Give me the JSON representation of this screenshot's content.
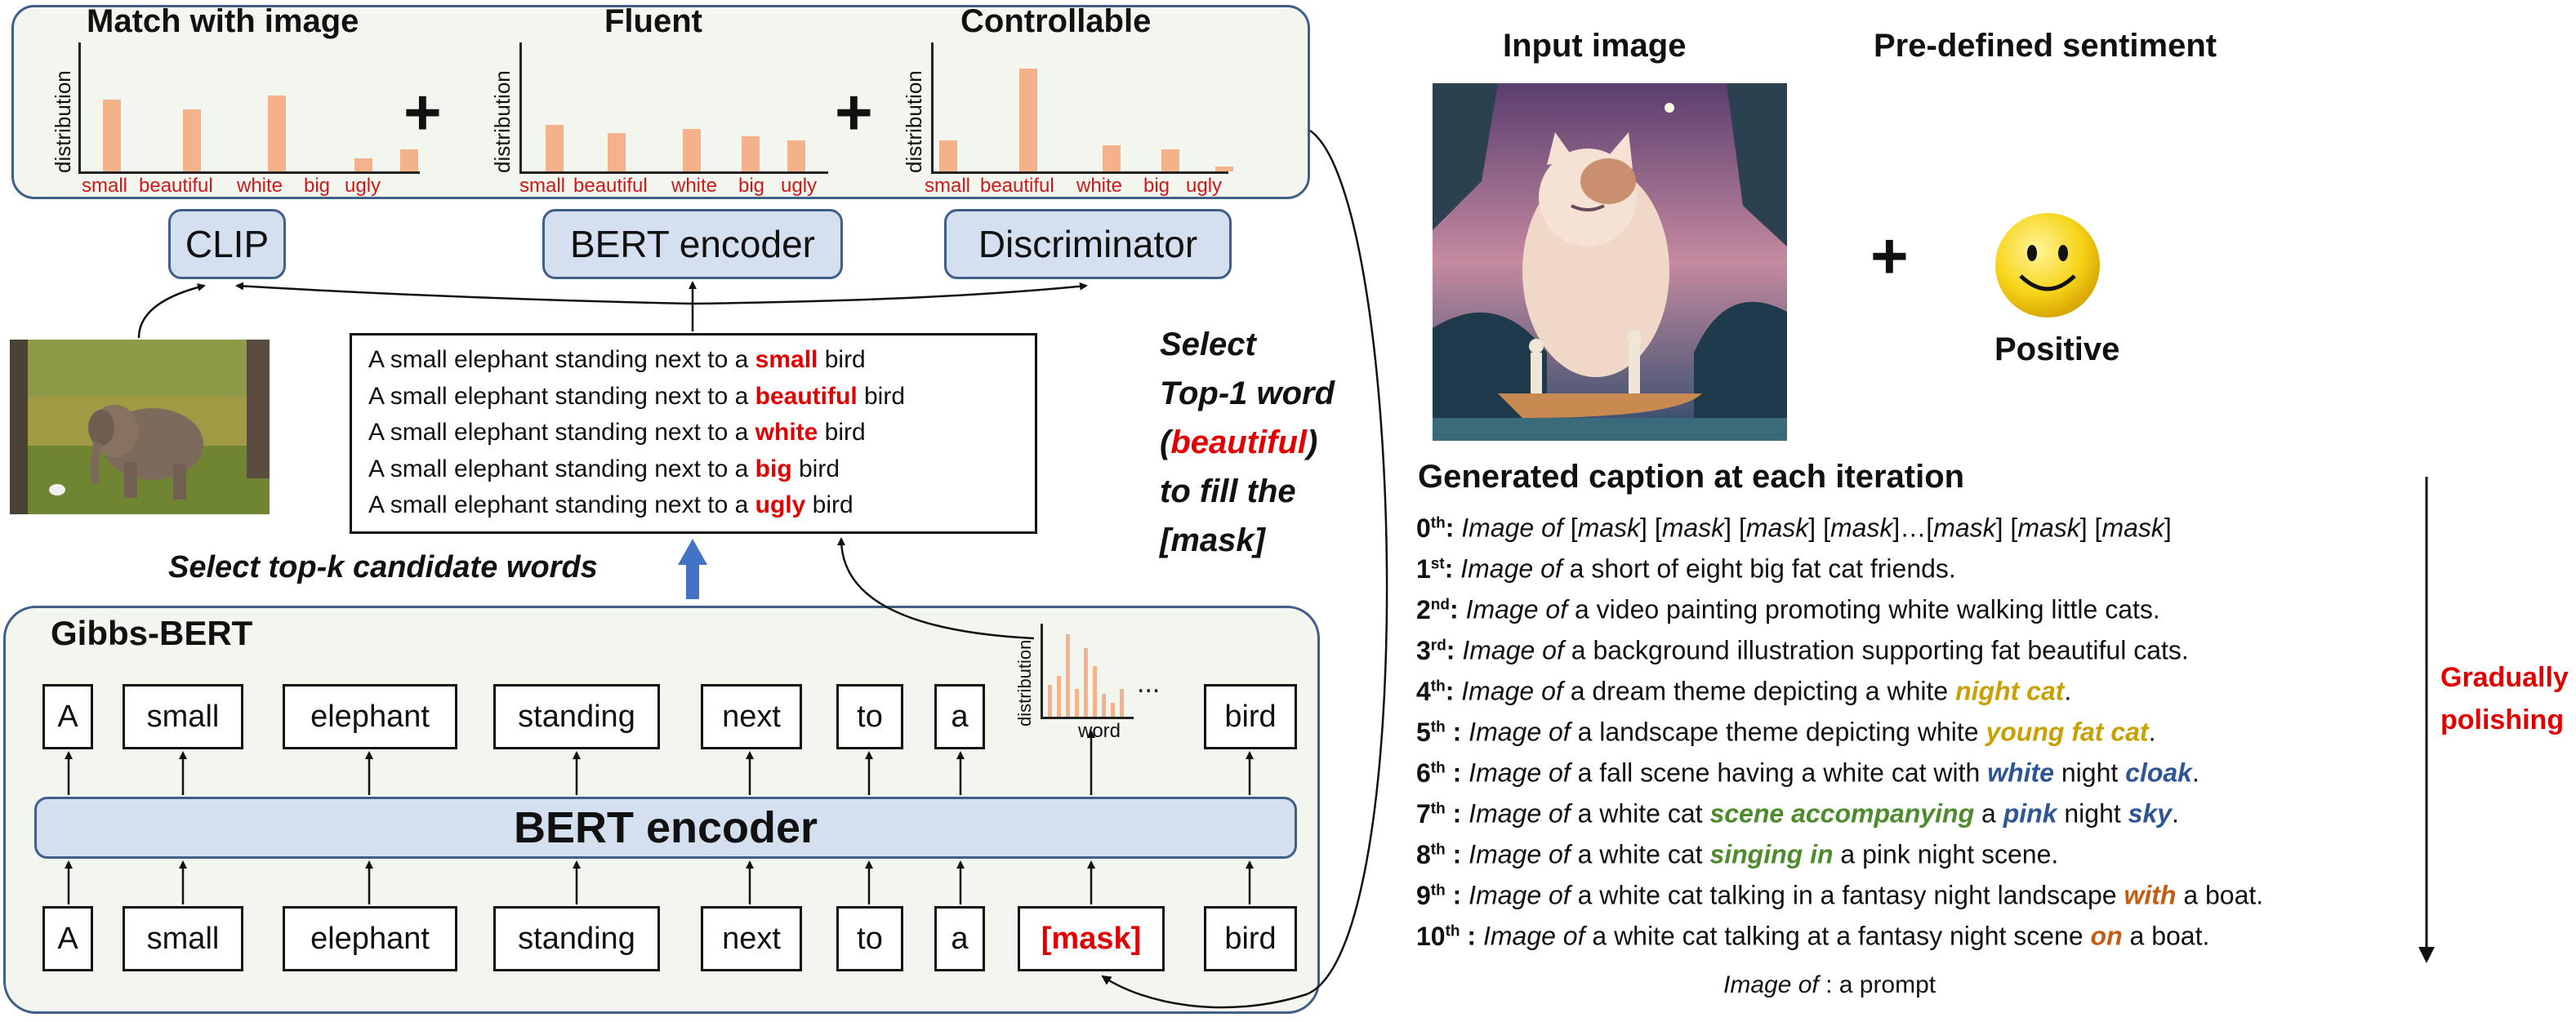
{
  "top_panel": {
    "heads": [
      "Match with image",
      "Fluent",
      "Controllable"
    ],
    "plus": "+",
    "y_label": "distribution",
    "words": [
      "small",
      "beautiful",
      "white",
      "big",
      "ugly"
    ],
    "models": [
      "CLIP",
      "BERT encoder",
      "Discriminator"
    ]
  },
  "chart_data": [
    {
      "type": "bar",
      "title": "Match with image",
      "ylabel": "distribution",
      "categories": [
        "small",
        "beautiful",
        "white",
        "big",
        "ugly"
      ],
      "values": [
        0.56,
        0.48,
        0.59,
        0.1,
        0.17
      ]
    },
    {
      "type": "bar",
      "title": "Fluent",
      "ylabel": "distribution",
      "categories": [
        "small",
        "beautiful",
        "white",
        "big",
        "ugly"
      ],
      "values": [
        0.36,
        0.3,
        0.33,
        0.27,
        0.24
      ]
    },
    {
      "type": "bar",
      "title": "Controllable",
      "ylabel": "distribution",
      "categories": [
        "small",
        "beautiful",
        "white",
        "big",
        "ugly"
      ],
      "values": [
        0.24,
        0.8,
        0.2,
        0.17,
        0.04
      ]
    },
    {
      "type": "bar",
      "xlabel": "word",
      "ylabel": "distribution",
      "values": [
        0.35,
        0.45,
        0.9,
        0.3,
        0.75,
        0.55,
        0.25,
        0.15,
        0.3
      ]
    }
  ],
  "candidates": {
    "prefix": "A small elephant standing next to a",
    "words": [
      "small",
      "beautiful",
      "white",
      "big",
      "ugly"
    ],
    "suffix": "bird"
  },
  "select_note": {
    "lines": [
      "Select",
      "Top-1 word",
      "(",
      "beautiful",
      ")",
      "to fill the",
      "[mask]"
    ]
  },
  "topk_label": "Select top-k candidate words",
  "gibbs": {
    "title": "Gibbs-BERT",
    "tokens_out": [
      "A",
      "small",
      "elephant",
      "standing",
      "next",
      "to",
      "a",
      "bird"
    ],
    "tokens_in": [
      "A",
      "small",
      "elephant",
      "standing",
      "next",
      "to",
      "a",
      "[mask]",
      "bird"
    ],
    "encoder": "BERT encoder",
    "mini_chart": {
      "ylabel": "distribution",
      "xlabel": "word",
      "ellipsis": "..."
    }
  },
  "right": {
    "input_image_label": "Input image",
    "sentiment_label": "Pre-defined sentiment",
    "plus": "+",
    "positive": "Positive",
    "gen_title": "Generated caption at each iteration",
    "gradually_1": "Gradually",
    "gradually_2": "polishing",
    "prompt_prefix": "Image of",
    "prompt_note": " : a prompt",
    "captions": [
      {
        "n": "0",
        "sup": "th",
        "sep": ":",
        "parts": [
          {
            "t": " "
          },
          {
            "t": "Image of",
            "c": "it"
          },
          {
            "t": " ["
          },
          {
            "t": "mask",
            "c": "it"
          },
          {
            "t": "] ["
          },
          {
            "t": "mask",
            "c": "it"
          },
          {
            "t": "] ["
          },
          {
            "t": "mask",
            "c": "it"
          },
          {
            "t": "] ["
          },
          {
            "t": "mask",
            "c": "it"
          },
          {
            "t": "]…["
          },
          {
            "t": "mask",
            "c": "it"
          },
          {
            "t": "] ["
          },
          {
            "t": "mask",
            "c": "it"
          },
          {
            "t": "] ["
          },
          {
            "t": "mask",
            "c": "it"
          },
          {
            "t": "]"
          }
        ]
      },
      {
        "n": "1",
        "sup": "st",
        "sep": ":",
        "parts": [
          {
            "t": " "
          },
          {
            "t": "Image of",
            "c": "it"
          },
          {
            "t": " a short of eight big fat cat friends."
          }
        ]
      },
      {
        "n": "2",
        "sup": "nd",
        "sep": ":",
        "parts": [
          {
            "t": " "
          },
          {
            "t": "Image of",
            "c": "it"
          },
          {
            "t": " a video painting promoting white walking little cats."
          }
        ]
      },
      {
        "n": "3",
        "sup": "rd",
        "sep": ":",
        "parts": [
          {
            "t": " "
          },
          {
            "t": "Image of",
            "c": "it"
          },
          {
            "t": " a background illustration supporting fat beautiful cats."
          }
        ]
      },
      {
        "n": "4",
        "sup": "th",
        "sep": ":",
        "parts": [
          {
            "t": " "
          },
          {
            "t": "Image of",
            "c": "it"
          },
          {
            "t": " a dream theme depicting a white "
          },
          {
            "t": "night cat",
            "c": "hl",
            "color": "#c8a000"
          },
          {
            "t": "."
          }
        ]
      },
      {
        "n": "5",
        "sup": "th",
        "sep": " :",
        "parts": [
          {
            "t": " "
          },
          {
            "t": "Image of",
            "c": "it"
          },
          {
            "t": " a landscape theme depicting white "
          },
          {
            "t": "young fat cat",
            "c": "hl",
            "color": "#c8a000"
          },
          {
            "t": "."
          }
        ]
      },
      {
        "n": "6",
        "sup": "th",
        "sep": " :",
        "parts": [
          {
            "t": " "
          },
          {
            "t": "Image of",
            "c": "it"
          },
          {
            "t": " a fall scene having a white cat with "
          },
          {
            "t": "white",
            "c": "hl",
            "color": "#2f5597"
          },
          {
            "t": " night "
          },
          {
            "t": "cloak",
            "c": "hl",
            "color": "#2f5597"
          },
          {
            "t": "."
          }
        ]
      },
      {
        "n": "7",
        "sup": "th",
        "sep": " :",
        "parts": [
          {
            "t": " "
          },
          {
            "t": "Image of",
            "c": "it"
          },
          {
            "t": " a white cat "
          },
          {
            "t": "scene accompanying",
            "c": "hl",
            "color": "#4e8a2e"
          },
          {
            "t": " a "
          },
          {
            "t": "pink",
            "c": "hl",
            "color": "#2f5597"
          },
          {
            "t": " night "
          },
          {
            "t": "sky",
            "c": "hl",
            "color": "#2f5597"
          },
          {
            "t": "."
          }
        ]
      },
      {
        "n": "8",
        "sup": "th",
        "sep": " :",
        "parts": [
          {
            "t": " "
          },
          {
            "t": "Image of",
            "c": "it"
          },
          {
            "t": " a white cat "
          },
          {
            "t": "singing in",
            "c": "hl",
            "color": "#4e8a2e"
          },
          {
            "t": " a pink night scene."
          }
        ]
      },
      {
        "n": "9",
        "sup": "th",
        "sep": " :",
        "parts": [
          {
            "t": " "
          },
          {
            "t": "Image of",
            "c": "it"
          },
          {
            "t": " a white cat talking in a fantasy night landscape "
          },
          {
            "t": "with",
            "c": "hl",
            "color": "#c55a11"
          },
          {
            "t": " a boat."
          }
        ]
      },
      {
        "n": "10",
        "sup": "th",
        "sep": " :",
        "parts": [
          {
            "t": " "
          },
          {
            "t": "Image of",
            "c": "it"
          },
          {
            "t": " a white cat talking at a fantasy night scene "
          },
          {
            "t": "on",
            "c": "hl",
            "color": "#c55a11"
          },
          {
            "t": " a boat."
          }
        ]
      }
    ]
  },
  "colors": {
    "bar": "#f4b28a",
    "accent_red": "#e00000",
    "panel_border": "#3f5e88",
    "panel_fill": "#f3f6ee",
    "model_fill": "#d4dff0",
    "arrow_blue": "#4472c4"
  }
}
